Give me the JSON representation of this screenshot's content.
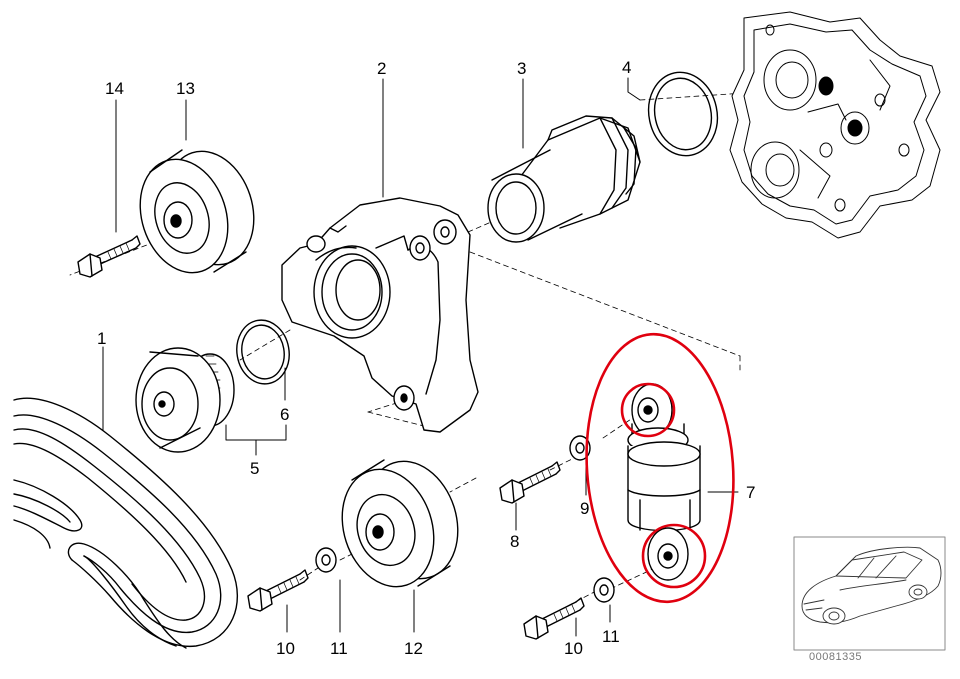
{
  "callouts": [
    {
      "id": "c14",
      "text": "14"
    },
    {
      "id": "c13",
      "text": "13"
    },
    {
      "id": "c2",
      "text": "2"
    },
    {
      "id": "c3",
      "text": "3"
    },
    {
      "id": "c4",
      "text": "4"
    },
    {
      "id": "c1",
      "text": "1"
    },
    {
      "id": "c6",
      "text": "6"
    },
    {
      "id": "c5",
      "text": "5"
    },
    {
      "id": "c7",
      "text": "7"
    },
    {
      "id": "c9",
      "text": "9"
    },
    {
      "id": "c8",
      "text": "8"
    },
    {
      "id": "c10a",
      "text": "10"
    },
    {
      "id": "c11a",
      "text": "11"
    },
    {
      "id": "c12",
      "text": "12"
    },
    {
      "id": "c10b",
      "text": "10"
    },
    {
      "id": "c11b",
      "text": "11"
    }
  ],
  "reference_number": "00081335",
  "colors": {
    "line": "#000000",
    "highlight": "#e0000f",
    "thumbnail_border": "#8a8a8a",
    "reference_text": "#777777"
  }
}
